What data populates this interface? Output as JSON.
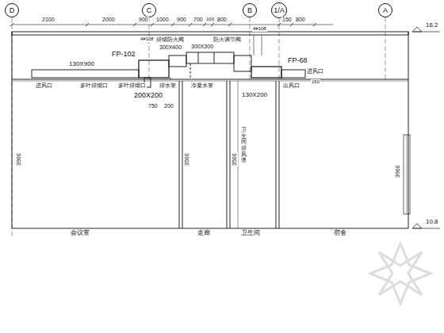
{
  "diagram": {
    "nodes": [
      {
        "text": [
          "D"
        ]
      },
      {
        "text": [
          "C"
        ]
      },
      {
        "text": [
          "B"
        ]
      },
      {
        "text": [
          "1/A"
        ]
      },
      {
        "text": [
          "A"
        ]
      }
    ],
    "labels": [
      "2100",
      "2000",
      "900",
      "1000",
      "900",
      "700",
      "100",
      "800",
      "4#108",
      "150",
      "800",
      "4#108",
      "排烟防火阀",
      "300X400",
      "300X300",
      "防火调节阀",
      "FP-102",
      "130X900",
      "进风口",
      "多叶排烟口",
      "多叶排烟口",
      "200X200",
      "排水管",
      "冷凝水管",
      "750",
      "200",
      "130X200",
      "FP-68",
      "进风口",
      "出风口",
      "150",
      "卫生间排风道",
      "3900",
      "3500",
      "3500",
      "3900",
      "会议室",
      "走廊",
      "卫生间",
      "宿舍",
      "16.2",
      "10.8"
    ]
  }
}
